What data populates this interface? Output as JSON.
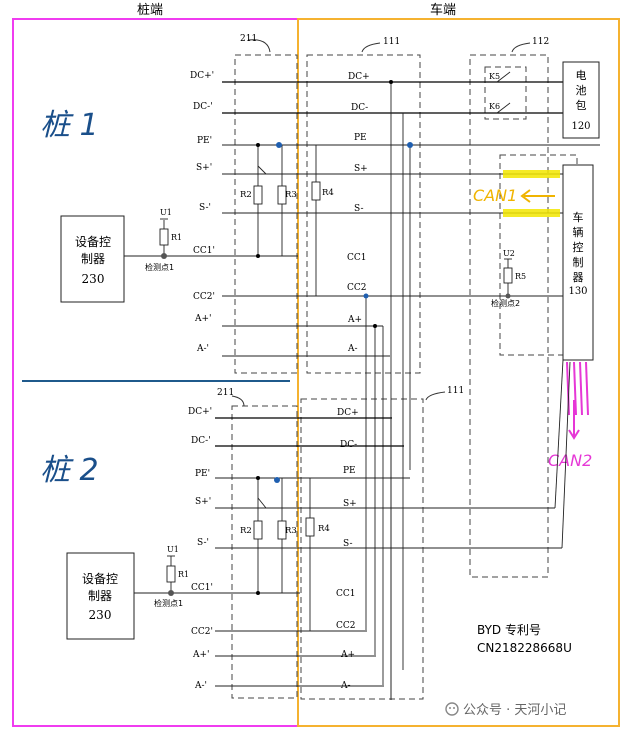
{
  "header": {
    "pile_side": "桩端",
    "vehicle_side": "车端"
  },
  "pile1": {
    "handwritten": "桩 1",
    "module_ref": "211",
    "pins": [
      "DC+'",
      "DC-'",
      "PE'",
      "S+'",
      "S-'",
      "CC1'",
      "CC2'",
      "A+'",
      "A-'"
    ],
    "resistors": {
      "r1": "R1",
      "r2": "R2",
      "r3": "R3",
      "r4": "R4"
    },
    "u1": "U1",
    "detect_point": "检测点1",
    "controller_line1": "设备控",
    "controller_line2": "制器",
    "controller_num": "230"
  },
  "pile2": {
    "handwritten": "桩 2",
    "module_ref": "211",
    "pins": [
      "DC+'",
      "DC-'",
      "PE'",
      "S+'",
      "S-'",
      "CC1'",
      "CC2'",
      "A+'",
      "A-'"
    ],
    "resistors": {
      "r1": "R1",
      "r2": "R2",
      "r3": "R3",
      "r4": "R4"
    },
    "u1": "U1",
    "detect_point": "检测点1",
    "controller_line1": "设备控",
    "controller_line2": "制器",
    "controller_num": "230"
  },
  "vehicle_inlet1": {
    "ref": "111",
    "pins": [
      "DC+",
      "DC-",
      "PE",
      "S+",
      "S-",
      "CC1",
      "CC2",
      "A+",
      "A-"
    ]
  },
  "vehicle_inlet2": {
    "ref": "111",
    "pins": [
      "DC+",
      "DC-",
      "PE",
      "S+",
      "S-",
      "CC1",
      "CC2",
      "A+",
      "A-"
    ]
  },
  "vehicle_switch": {
    "ref": "112",
    "k5": "K5",
    "k6": "K6"
  },
  "battery": {
    "chars": [
      "电",
      "池",
      "包"
    ],
    "num": "120"
  },
  "vehicle_controller": {
    "chars": [
      "车",
      "辆",
      "控",
      "制",
      "器"
    ],
    "num": "130"
  },
  "vehicle_detect": {
    "u2": "U2",
    "r5": "R5",
    "point": "检测点2"
  },
  "annotations": {
    "can1": "CAN1",
    "can2": "CAN2",
    "patent_line1": "BYD 专利号",
    "patent_line2": "CN218228668U",
    "watermark": "公众号 · 天河小记"
  },
  "colors": {
    "pile_border": "#f03cf0",
    "vehicle_border": "#f5b230",
    "highlight": "#f2e600",
    "can1_text": "#f0b400",
    "can2": "#e637d6",
    "handwriting": "#1a4f8a",
    "divider": "#1f5a8c",
    "node": "#1f5fb0"
  }
}
